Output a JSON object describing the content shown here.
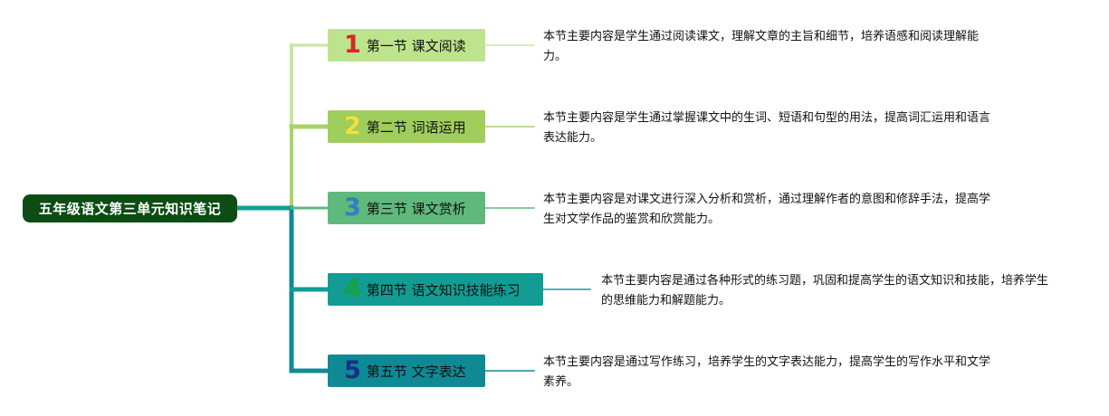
{
  "root": {
    "label": "五年级语文第三单元知识笔记",
    "color": "#0b4d12"
  },
  "sections": [
    {
      "number": "1",
      "title": "第一节 课文阅读",
      "description": "本节主要内容是学生通过阅读课文，理解文章的主旨和细节，培养语感和阅读理解能力。",
      "fill": "#bde48c",
      "number_color": "#d9252b",
      "line_color": "#c8e6a0"
    },
    {
      "number": "2",
      "title": "第二节 词语运用",
      "description": "本节主要内容是学生通过掌握课文中的生词、短语和句型的用法，提高词汇运用和语言表达能力。",
      "fill": "#9fce5c",
      "number_color": "#f3e03c",
      "line_color": "#a9d36a"
    },
    {
      "number": "3",
      "title": "第三节 课文赏析",
      "description": "本节主要内容是对课文进行深入分析和赏析，通过理解作者的意图和修辞手法，提高学生对文学作品的鉴赏和欣赏能力。",
      "fill": "#5fb87c",
      "number_color": "#2f7fc8",
      "line_color": "#5fb87c"
    },
    {
      "number": "4",
      "title": "第四节 语文知识技能练习",
      "description": "本节主要内容是通过各种形式的练习题，巩固和提高学生的语文知识和技能，培养学生的思维能力和解题能力。",
      "fill": "#129c93",
      "number_color": "#19a33c",
      "line_color": "#129c93"
    },
    {
      "number": "5",
      "title": "第五节 文字表达",
      "description": "本节主要内容是通过写作练习，培养学生的文字表达能力，提高学生的写作水平和文学素养。",
      "fill": "#0f8a94",
      "number_color": "#1a2f8a",
      "line_color": "#0f8a94"
    }
  ]
}
